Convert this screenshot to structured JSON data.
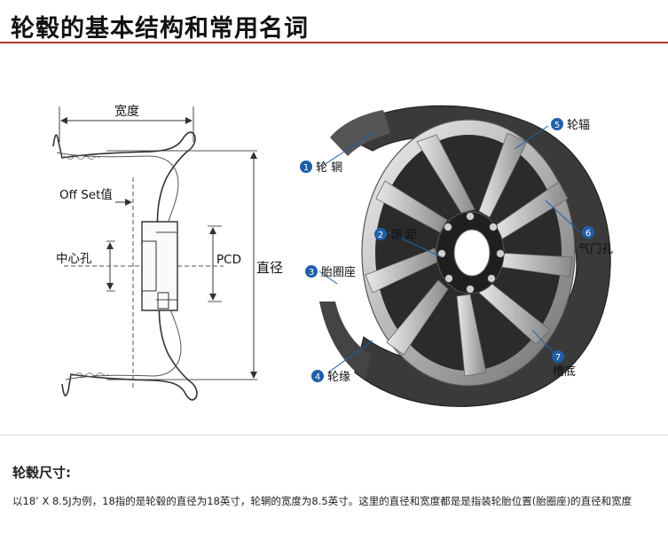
{
  "title": "轮毂的基本结构和常用名词",
  "cross_section": {
    "width_label": "宽度",
    "offset_label": "Off Set值",
    "center_hole_label": "中心孔",
    "pcd_label": "PCD",
    "diameter_label": "直径"
  },
  "parts": [
    {
      "num": "1",
      "label": "轮 辋"
    },
    {
      "num": "2",
      "label": "偏 距"
    },
    {
      "num": "3",
      "label": "胎圈座"
    },
    {
      "num": "4",
      "label": "轮缘"
    },
    {
      "num": "5",
      "label": "轮辐"
    },
    {
      "num": "6",
      "label": "气门孔"
    },
    {
      "num": "7",
      "label": "槽底"
    }
  ],
  "colors": {
    "accent": "#b0352b",
    "badge": "#1f5fa8"
  },
  "spec": {
    "heading": "轮毂尺寸:",
    "text": "以18’ X 8.5J为例，18指的是轮毂的直径为18英寸，轮辋的宽度为8.5英寸。这里的直径和宽度都是是指装轮胎位置(胎圈座)的直径和宽度"
  }
}
